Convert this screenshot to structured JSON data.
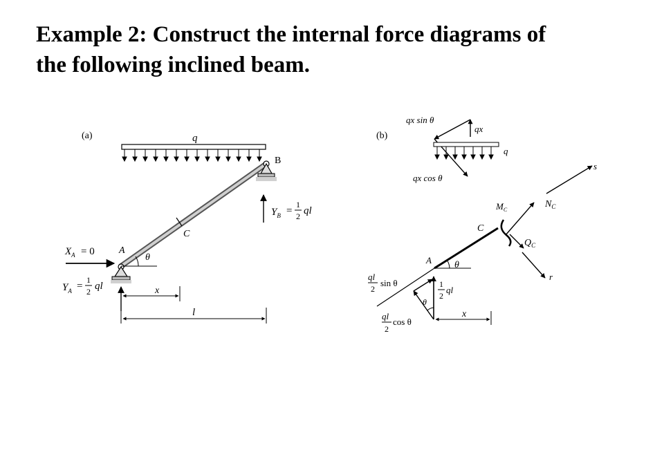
{
  "title_line1": "Example 2: Construct the internal force diagrams of",
  "title_line2": "the  following inclined beam.",
  "fig_a": {
    "label": "(a)",
    "load": "q",
    "point_b": "B",
    "point_c": "C",
    "point_a": "A",
    "theta": "θ",
    "xa_lhs": "X",
    "xa_sub": "A",
    "xa_rhs": "= 0",
    "ya_lhs": "Y",
    "ya_sub": "A",
    "yb_lhs": "Y",
    "yb_sub": "B",
    "equals": "=",
    "num": "1",
    "den": "2",
    "ql": "ql",
    "dim_x": "x",
    "dim_l": "l"
  },
  "fig_b": {
    "label": "(b)",
    "qxsin": "qx sin θ",
    "qx": "qx",
    "q": "q",
    "qxcos": "qx cos θ",
    "s": "s",
    "nc": "N",
    "nc_sub": "C",
    "mc": "M",
    "mc_sub": "C",
    "qc": "Q",
    "qc_sub": "C",
    "r": "r",
    "point_c": "C",
    "point_a": "A",
    "theta": "θ",
    "ql": "ql",
    "two": "2",
    "sin": "sin θ",
    "cos": "cos θ",
    "one": "1",
    "dim_x": "x"
  }
}
